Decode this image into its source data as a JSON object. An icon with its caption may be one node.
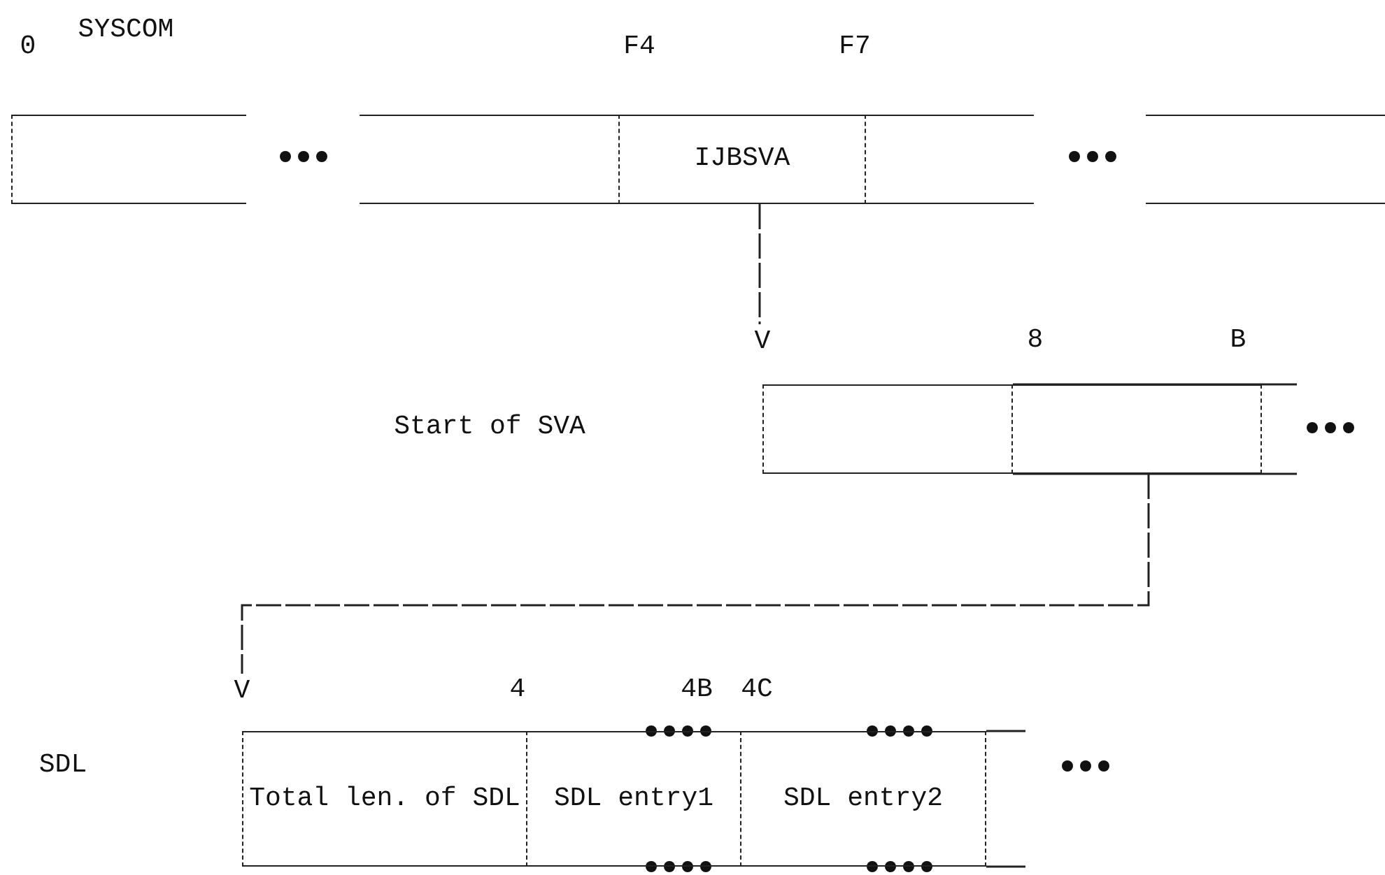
{
  "diagram": {
    "nodes": [
      {
        "text": [],
        "shape": "box"
      },
      {
        "text": [],
        "shape": "box"
      },
      {
        "text": [
          "IJBSVA"
        ]
      },
      {
        "text": [],
        "shape": "box"
      },
      {
        "text": [],
        "shape": "box"
      },
      {
        "text": [
          "V"
        ]
      },
      {
        "text": [],
        "shape": "box"
      },
      {
        "text": [],
        "shape": "box"
      },
      {
        "text": [
          "V"
        ]
      },
      {
        "text": [
          "Total len. of SDL"
        ]
      },
      {
        "text": [
          "SDL entry1"
        ]
      },
      {
        "text": [
          "SDL entry2"
        ]
      }
    ],
    "edges": [
      {
        "from": 2,
        "to": 5,
        "arrow": "none"
      },
      {
        "from": 7,
        "to": 8,
        "arrow": "none"
      }
    ],
    "labels": [
      "SYSCOM",
      "0",
      "F4",
      "F7",
      "8",
      "B",
      "Start of SVA",
      "4",
      "4B",
      "4C",
      "SDL"
    ]
  }
}
